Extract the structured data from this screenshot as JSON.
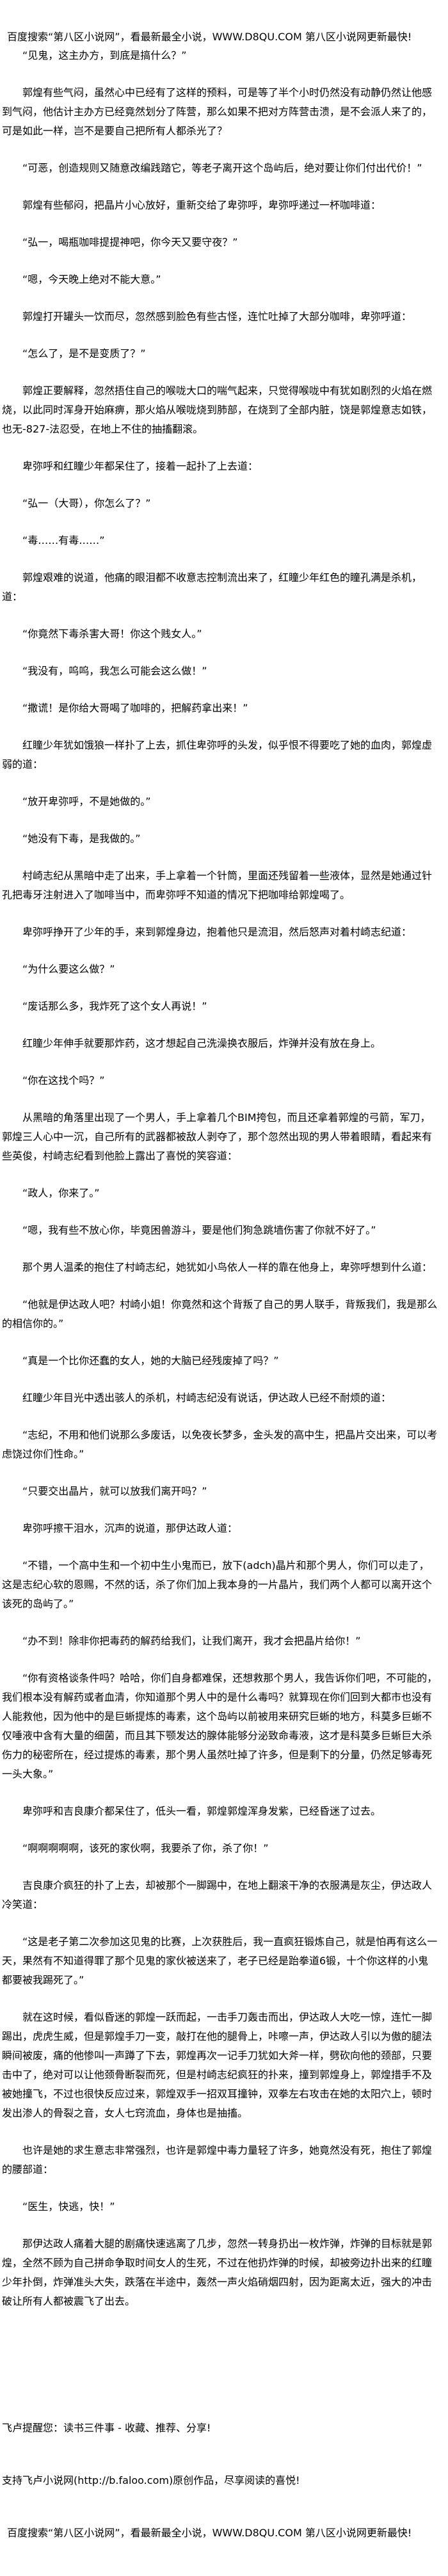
{
  "header": {
    "banner": "百度搜索“第八区小说网”，看最新最全小说，WWW.D8QU.COM   第八区小说网更新最快!"
  },
  "paragraphs": [
    "“见鬼，这主办方，到底是搞什么？”",
    "郭煌有些气闷，虽然心中已经有了这样的预料，可是等了半个小时仍然没有动静仍然让他感到气闷，他估计主办方已经竟然划分了阵营，那么如果不把对方阵营击溃，是不会派人来了的，可是如此一样，岂不是要自己把所有人都杀光了？",
    "“可恶，创造规则又随意改编践踏它，等老子离开这个岛屿后，绝对要让你们付出代价！”",
    "郭煌有些郁闷，把晶片小心放好，重新交给了卑弥呼，卑弥呼递过一杯咖啡道：",
    "“弘一，喝瓶咖啡提提神吧，你今天又要守夜？”",
    "“嗯，今天晚上绝对不能大意。”",
    "郭煌打开罐头一饮而尽，忽然感到脸色有些古怪，连忙吐掉了大部分咖啡，卑弥呼道：",
    "“怎么了，是不是变质了？”",
    "郭煌正要解释，忽然捂住自己的喉咙大口的喘气起来，只觉得喉咙中有犹如剧烈的火焰在燃烧，以此同时浑身开始麻痹，那火焰从喉咙烧到肺部，在烧到了全部内脏，饶是郭煌意志如铁，也无-827-法忍受，在地上不住的抽搐翻滚。",
    "卑弥呼和红瞳少年都呆住了，接着一起扑了上去道：",
    "“弘一（大哥），你怎么了？”",
    "“毒……有毒……”",
    "郭煌艰难的说道，他痛的眼泪都不收意志控制流出来了，红瞳少年红色的瞳孔满是杀机，道：",
    "“你竟然下毒杀害大哥！你这个贱女人。”",
    "“我没有，呜呜，我怎么可能会这么做！”",
    "“撒谎！是你给大哥喝了咖啡的，把解药拿出来！”",
    "红瞳少年犹如饿狼一样扑了上去，抓住卑弥呼的头发，似乎恨不得要吃了她的血肉，郭煌虚弱的道：",
    "“放开卑弥呼，不是她做的。”",
    "“她没有下毒，是我做的。”",
    "村崎志纪从黑暗中走了出来，手上拿着一个针筒，里面还残留着一些液体，显然是她通过针孔把毒牙注射进入了咖啡当中，而卑弥呼不知道的情况下把咖啡给郭煌喝了。",
    "卑弥呼挣开了少年的手，来到郭煌身边，抱着他只是流泪，然后怒声对着村崎志纪道：",
    "“为什么要这么做？”",
    "“废话那么多，我炸死了这个女人再说！”",
    "红瞳少年伸手就要那炸药，这才想起自己洗澡换衣服后，炸弹并没有放在身上。",
    "“你在这找个吗？”",
    "从黑暗的角落里出现了一个男人，手上拿着几个BIM挎包，而且还拿着郭煌的弓箭，军刀，郭煌三人心中一沉，自己所有的武器都被敌人剥夺了，那个忽然出现的男人带着眼睛，看起来有些英俊，村崎志纪看到他脸上露出了喜悦的笑容道：",
    "“政人，你来了。”",
    "“嗯，我有些不放心你，毕竟困兽游斗，要是他们狗急跳墙伤害了你就不好了。”",
    "那个男人温柔的抱住了村崎志纪，她犹如小鸟依人一样的靠在他身上，卑弥呼想到什么道：",
    "“他就是伊达政人吧？村崎小姐！你竟然和这个背叛了自己的男人联手，背叛我们，我是那么的相信你的。”",
    "“真是一个比你还蠢的女人，她的大脑已经残废掉了吗？”",
    "红瞳少年目光中透出骇人的杀机，村崎志纪没有说话，伊达政人已经不耐烦的道：",
    "“志纪，不用和他们说那么多废话，以免夜长梦多，金头发的高中生，把晶片交出来，可以考虑饶过你们性命。”",
    "“只要交出晶片，就可以放我们离开吗？”",
    "卑弥呼擦干泪水，沉声的说道，那伊达政人道：",
    "“不错，一个高中生和一个初中生小鬼而已，放下(adch)晶片和那个男人，你们可以走了，这是志纪心软的恩赐，不然的话，杀了你们加上我本身的一片晶片，我们两个人都可以离开这个该死的岛屿了。”",
    "“办不到！除非你把毒药的解药给我们，让我们离开，我才会把晶片给你！”",
    "“你有资格谈条件吗？哈哈，你们自身都难保，还想救那个男人，我告诉你们吧，不可能的，我们根本没有解药或者血清，你知道那个男人中的是什么毒吗？就算现在你们回到大都市也没有人能救他，因为他中的是巨蜥提炼的毒素，这个岛屿以前被用来研究巨蜥的地方，科莫多巨蜥不仅唾液中含有大量的细菌，而且其下颚发达的腺体能够分泌致命毒液，这才是科莫多巨蜥巨大杀伤力的秘密所在，经过提炼的毒素，那个男人虽然吐掉了许多，但是剩下的分量，仍然足够毒死一头大象。”",
    "卑弥呼和吉良康介都呆住了，低头一看，郭煌郭煌浑身发紫，已经昏迷了过去。",
    "“啊啊啊啊啊，该死的家伙啊，我要杀了你，杀了你！”",
    "吉良康介疯狂的扑了上去，却被那个一脚踢中，在地上翻滚干净的衣服满是灰尘，伊达政人冷笑道：",
    "“这是老子第二次参加这见鬼的比赛，上次获胜后，我一直疯狂锻炼自己，就是怕再有这么一天，果然有不知道得罪了那个见鬼的家伙被送来了，老子已经是跆拳道6锻，十个你这样的小鬼都要被我踢死了。”",
    "就在这时候，看似昏迷的郭煌一跃而起，一击手刀轰击而出，伊达政人大吃一惊，连忙一脚踢出，虎虎生威，但是郭煌手刀一变，敲打在他的腿骨上，咔嚓一声，伊达政人引以为傲的腿法瞬间被废，痛的他惨叫一声蹲了下去，郭煌再次一记手刀犹如大斧一样，劈砍向他的颈部，只要击中了，绝对可以让他颈骨断裂而死，但是村崎志纪疯狂的扑来，撞到郭煌身上，郭煌措手不及被她撞飞，不过也很快反应过来，郭煌双手一招双耳撞钟，双拳左右攻击在她的太阳穴上，顿时发出渗人的骨裂之音，女人七窍流血，身体也是抽搐。",
    "也许是她的求生意志非常强烈，也许是郭煌中毒力量轻了许多，她竟然没有死，抱住了郭煌的腰部道：",
    "“医生，快逃，快！”",
    "那伊达政人痛着大腿的剧痛快速逃离了几步，忽然一转身扔出一枚炸弹，炸弹的目标就是郭煌，全然不顾为自己拼命争取时间女人的生死，不过在他扔炸弹的时候，却被旁边扑出来的红瞳少年扑倒，炸弹准头大失，跌落在半途中，轰然一声火焰硝烟四射，因为距离太近，强大的冲击破让所有人都被震飞了出去。"
  ],
  "footer": {
    "reminder": "飞卢提醒您：读书三件事 - 收藏、推荐、分享!",
    "support": "支持飞卢小说网(http://b.faloo.com)原创作品，尽享阅读的喜悦!",
    "banner": "百度搜索“第八区小说网”，看最新最全小说，WWW.D8QU.COM   第八区小说网更新最快!"
  }
}
